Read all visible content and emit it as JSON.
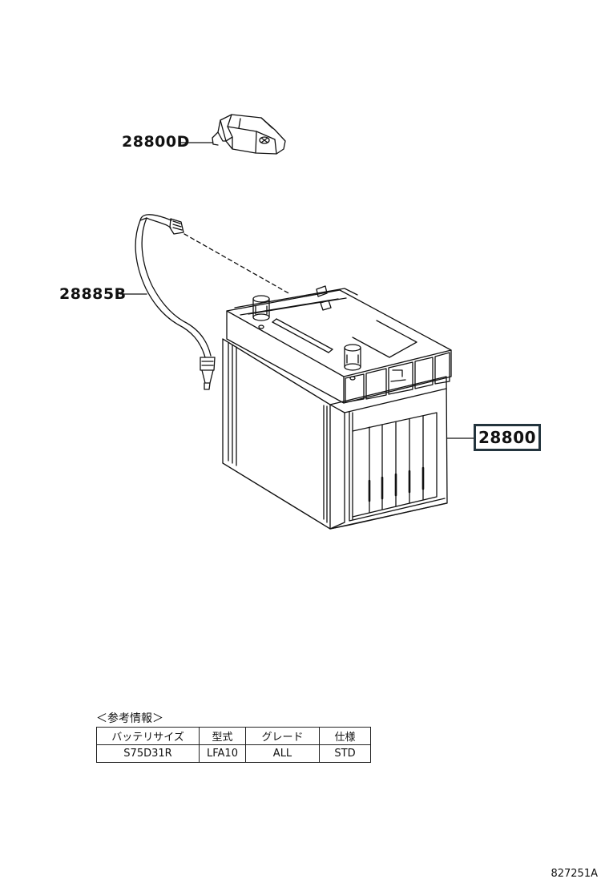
{
  "parts": {
    "bracket_label": "28800D",
    "vent_hose_label": "28885B",
    "battery_label": "28800"
  },
  "reference": {
    "title": "＜参考情報＞",
    "headers": [
      "バッテリサイズ",
      "型式",
      "グレード",
      "仕様"
    ],
    "row": [
      "S75D31R",
      "LFA10",
      "ALL",
      "STD"
    ]
  },
  "diagram_id": "827251A"
}
